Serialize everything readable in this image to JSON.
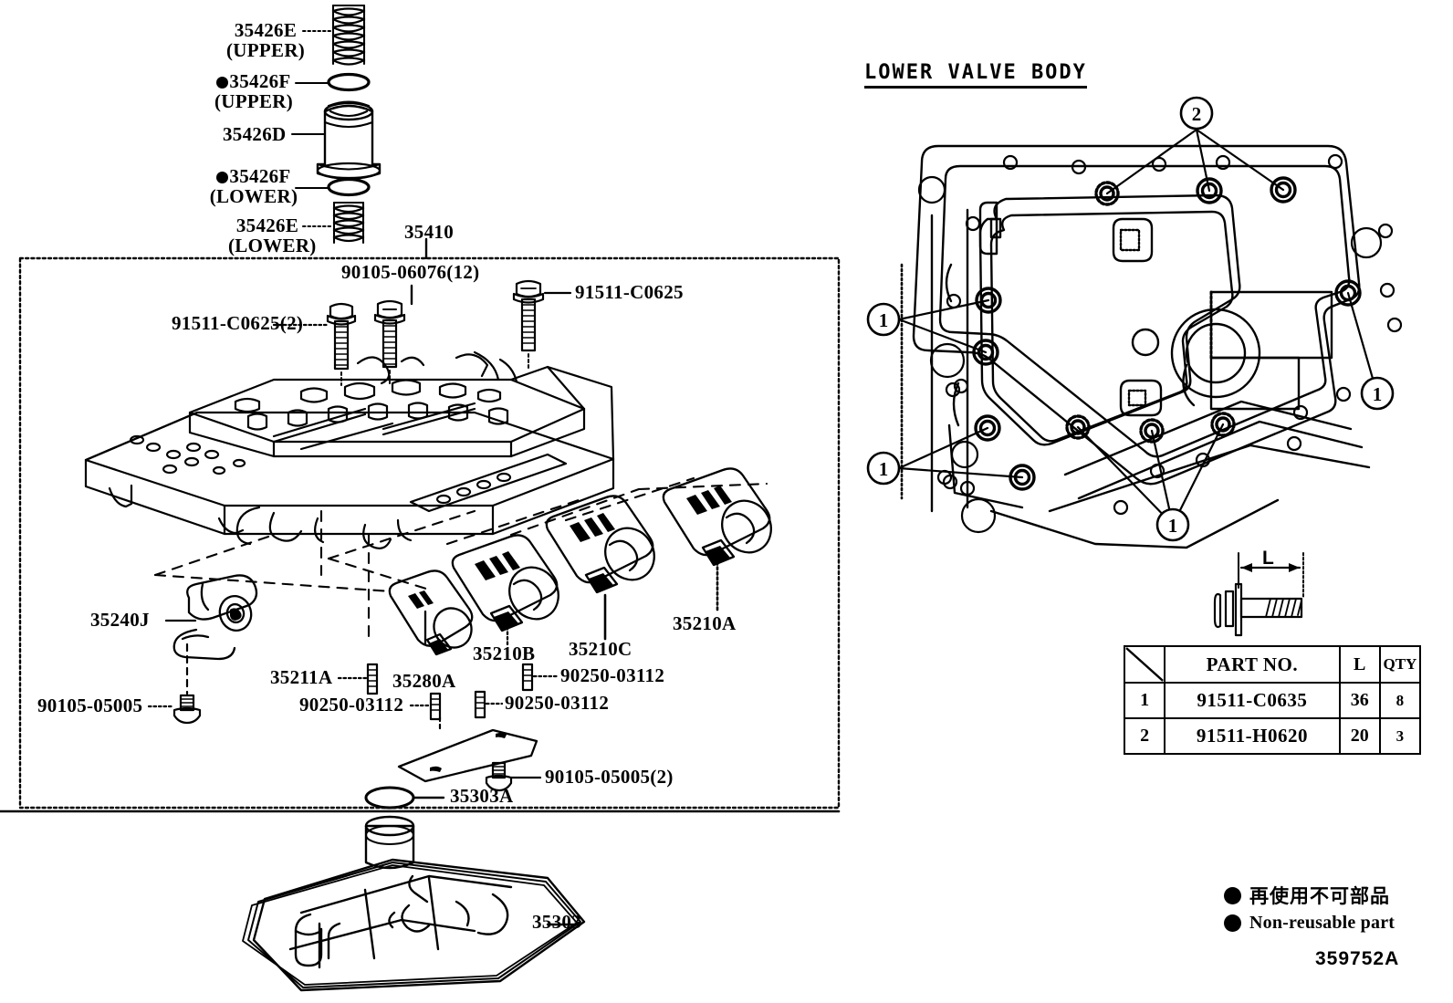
{
  "diagram": {
    "id_code": "359752A",
    "section_title": "LOWER VALVE BODY"
  },
  "upper_stack": {
    "items": [
      {
        "name": "35426E",
        "qualifier": "(UPPER)",
        "nonreusable": false,
        "icon": "spring-icon"
      },
      {
        "name": "35426F",
        "qualifier": "(UPPER)",
        "nonreusable": true,
        "icon": "o-ring-icon"
      },
      {
        "name": "35426D",
        "qualifier": "",
        "nonreusable": false,
        "icon": "sleeve-icon"
      },
      {
        "name": "35426F",
        "qualifier": "(LOWER)",
        "nonreusable": true,
        "icon": "o-ring-icon"
      },
      {
        "name": "35426E",
        "qualifier": "(LOWER)",
        "nonreusable": false,
        "icon": "spring-icon"
      }
    ]
  },
  "main_assembly": {
    "assembly_label": "35410",
    "callouts": [
      {
        "key": "bolt_91511_C0625_2",
        "text": "91511-C0625(2)"
      },
      {
        "key": "bolt_90105_06076",
        "text": "90105-06076(12)"
      },
      {
        "key": "bolt_91511_C0625",
        "text": "91511-C0625"
      },
      {
        "key": "solenoid_35240J",
        "text": "35240J"
      },
      {
        "key": "bolt_90105_05005",
        "text": "90105-05005"
      },
      {
        "key": "pin_35211A",
        "text": "35211A"
      },
      {
        "key": "solenoid_35280A",
        "text": "35280A"
      },
      {
        "key": "solenoid_35210B",
        "text": "35210B"
      },
      {
        "key": "solenoid_35210C",
        "text": "35210C"
      },
      {
        "key": "solenoid_35210A",
        "text": "35210A"
      },
      {
        "key": "pin_90250_03112_a",
        "text": "90250-03112"
      },
      {
        "key": "pin_90250_03112_b",
        "text": "90250-03112"
      },
      {
        "key": "pin_90250_03112_c",
        "text": "90250-03112"
      },
      {
        "key": "bolt_90105_05005_2",
        "text": "90105-05005(2)"
      }
    ]
  },
  "filter_section": {
    "gasket_label": "35303A",
    "filter_label": "35303"
  },
  "bolt_table": {
    "dimension_label": "L",
    "headers": [
      "",
      "PART NO.",
      "L",
      "QTY"
    ],
    "rows": [
      {
        "index": "1",
        "part_no": "91511-C0635",
        "length": "36",
        "qty": "8"
      },
      {
        "index": "2",
        "part_no": "91511-H0620",
        "length": "20",
        "qty": "3"
      }
    ]
  },
  "legend": {
    "japanese": "再使用不可部品",
    "english": "Non-reusable part"
  },
  "reference_circles": {
    "one": "1",
    "two": "2"
  }
}
